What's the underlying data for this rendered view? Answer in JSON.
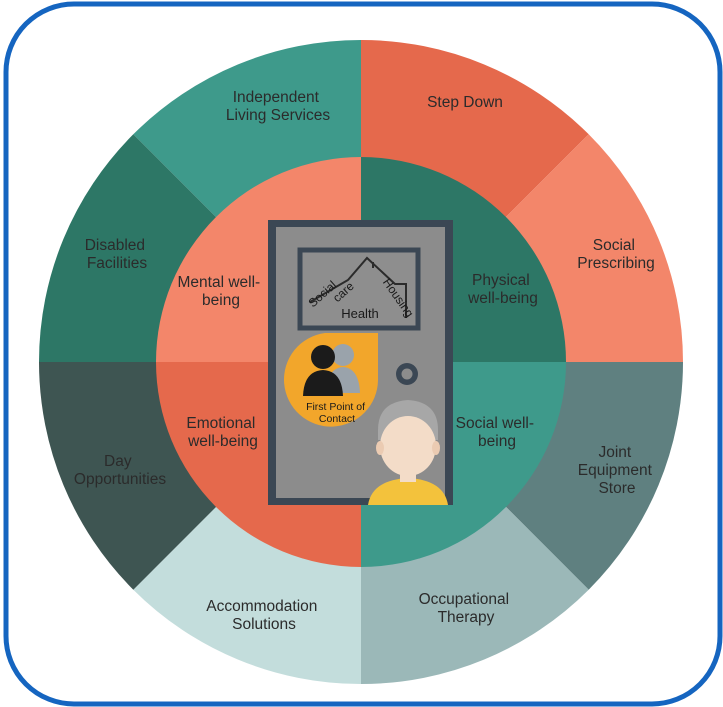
{
  "colors": {
    "frame": "#1565C0",
    "independent": "#3E9A8B",
    "step_down": "#E5694C",
    "social_prescribing": "#F3866A",
    "joint_equipment": "#5F8080",
    "occupational": "#9BB8B8",
    "accommodation": "#C3DDDC",
    "day_opportunities": "#3E5552",
    "disabled_facilities": "#2D7766",
    "mental": "#F3866A",
    "physical": "#2D7766",
    "social_wellbeing": "#3E9A8B",
    "emotional": "#E5694C",
    "door": "#8C8C8C",
    "door_frame": "#3B4754",
    "contact": "#F2A62B",
    "shirt": "#F3C23C",
    "face": "#F3DCC8"
  },
  "outer_ring": {
    "independent_living": [
      "Independent",
      "Living Services"
    ],
    "step_down": [
      "Step Down"
    ],
    "social_prescribing": [
      "Social",
      "Prescribing"
    ],
    "joint_equipment": [
      "Joint",
      "Equipment",
      "Store"
    ],
    "occupational_therapy": [
      "Occupational",
      "Therapy"
    ],
    "accommodation": [
      "Accommodation",
      "Solutions"
    ],
    "day_opportunities": [
      "Day",
      "Opportunities"
    ],
    "disabled_facilities": [
      "Disabled",
      "Facilities"
    ]
  },
  "inner_ring": {
    "mental": [
      "Mental well-",
      "being"
    ],
    "physical": [
      "Physical",
      "well-being"
    ],
    "social": [
      "Social well-",
      "being"
    ],
    "emotional": [
      "Emotional",
      "well-being"
    ]
  },
  "door_sign": {
    "social": "Social",
    "care": "care",
    "housing": "Housing",
    "health": "Health"
  },
  "contact_badge": [
    "First Point of",
    "Contact"
  ],
  "icons": {
    "house": "house-roof-icon",
    "people": "people-icon",
    "knob": "door-knob-icon",
    "person": "elderly-person-icon"
  }
}
